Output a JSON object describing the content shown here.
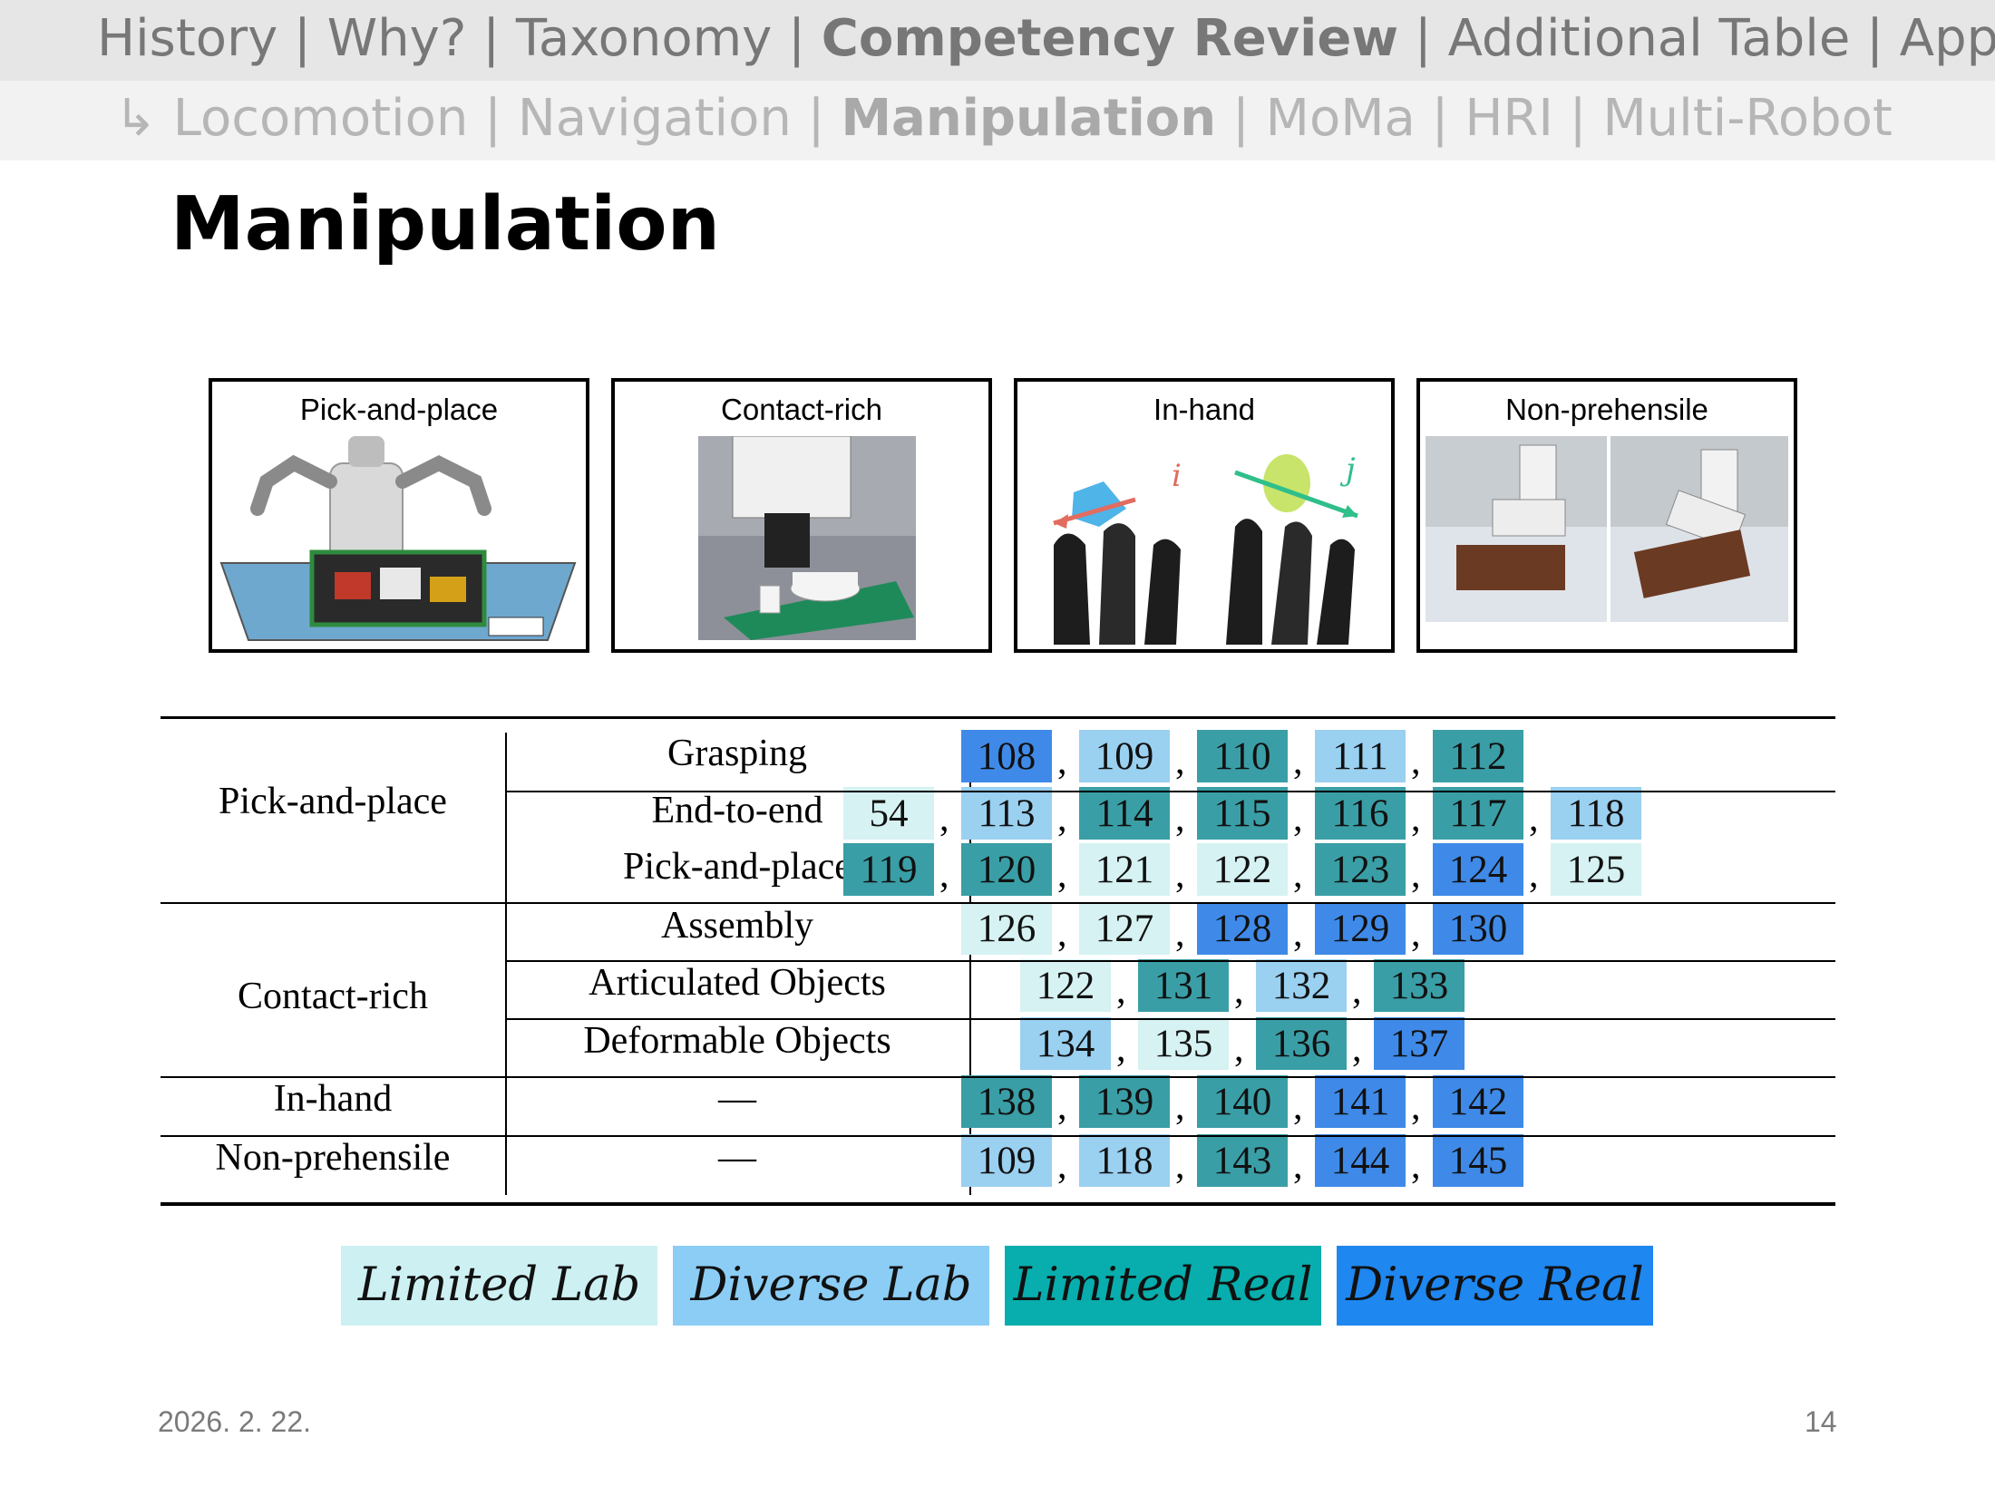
{
  "nav": {
    "primary": [
      {
        "label": "History",
        "active": false
      },
      {
        "label": "Why?",
        "active": false
      },
      {
        "label": "Taxonomy",
        "active": false
      },
      {
        "label": "Competency Review",
        "active": true
      },
      {
        "label": "Additional Table",
        "active": false
      },
      {
        "label": "Appendix",
        "active": false
      }
    ],
    "separator": " | ",
    "sub_prefix": "↳ ",
    "secondary": [
      {
        "label": "Locomotion",
        "active": false
      },
      {
        "label": "Navigation",
        "active": false
      },
      {
        "label": "Manipulation",
        "active": true
      },
      {
        "label": "MoMa",
        "active": false
      },
      {
        "label": "HRI",
        "active": false
      },
      {
        "label": "Multi-Robot",
        "active": false
      }
    ]
  },
  "slide": {
    "title": "Manipulation",
    "date": "2026. 2. 22.",
    "page_number": "14"
  },
  "figure": {
    "panels": [
      "Pick-and-place",
      "Contact-rich",
      "In-hand",
      "Non-prehensile"
    ],
    "inhand_axes": [
      "i",
      "j"
    ]
  },
  "table": {
    "rows": [
      {
        "category": "Pick-and-place",
        "subcategory": "Grasping",
        "refs": [
          [
            "108",
            "DR"
          ],
          [
            "109",
            "DL"
          ],
          [
            "110",
            "LR"
          ],
          [
            "111",
            "DL"
          ],
          [
            "112",
            "LR"
          ]
        ]
      },
      {
        "category": "",
        "subcategory": "End-to-end",
        "refs": [
          [
            "54",
            "LL"
          ],
          [
            "113",
            "DL"
          ],
          [
            "114",
            "LR"
          ],
          [
            "115",
            "LR"
          ],
          [
            "116",
            "LR"
          ],
          [
            "117",
            "LR"
          ],
          [
            "118",
            "DL"
          ]
        ]
      },
      {
        "category": "",
        "subcategory": "Pick-and-place",
        "refs": [
          [
            "119",
            "LR"
          ],
          [
            "120",
            "LR"
          ],
          [
            "121",
            "LL"
          ],
          [
            "122",
            "LL"
          ],
          [
            "123",
            "LR"
          ],
          [
            "124",
            "DR"
          ],
          [
            "125",
            "LL"
          ]
        ]
      },
      {
        "category": "Contact-rich",
        "subcategory": "Assembly",
        "refs": [
          [
            "126",
            "LL"
          ],
          [
            "127",
            "LL"
          ],
          [
            "128",
            "DR"
          ],
          [
            "129",
            "DR"
          ],
          [
            "130",
            "DR"
          ]
        ]
      },
      {
        "category": "",
        "subcategory": "Articulated Objects",
        "refs": [
          [
            "122",
            "LL"
          ],
          [
            "131",
            "LR"
          ],
          [
            "132",
            "DL"
          ],
          [
            "133",
            "LR"
          ]
        ]
      },
      {
        "category": "",
        "subcategory": "Deformable Objects",
        "refs": [
          [
            "134",
            "DL"
          ],
          [
            "135",
            "LL"
          ],
          [
            "136",
            "LR"
          ],
          [
            "137",
            "DR"
          ]
        ]
      },
      {
        "category": "In-hand",
        "subcategory": "—",
        "refs": [
          [
            "138",
            "LR"
          ],
          [
            "139",
            "LR"
          ],
          [
            "140",
            "LR"
          ],
          [
            "141",
            "DR"
          ],
          [
            "142",
            "DR"
          ]
        ]
      },
      {
        "category": "Non-prehensile",
        "subcategory": "—",
        "refs": [
          [
            "109",
            "DL"
          ],
          [
            "118",
            "DL"
          ],
          [
            "143",
            "LR"
          ],
          [
            "144",
            "DR"
          ],
          [
            "145",
            "DR"
          ]
        ]
      }
    ],
    "separator": ","
  },
  "legend": [
    {
      "label": "Limited Lab",
      "color": "#cdf0f3"
    },
    {
      "label": "Diverse Lab",
      "color": "#8bcdf5"
    },
    {
      "label": "Limited Real",
      "color": "#07aead"
    },
    {
      "label": "Diverse Real",
      "color": "#1e87f0"
    }
  ],
  "cell_colors": {
    "LL": "#d6f2f2",
    "DL": "#9ad0f0",
    "LR": "#3a9ea6",
    "DR": "#3f8ae8"
  }
}
